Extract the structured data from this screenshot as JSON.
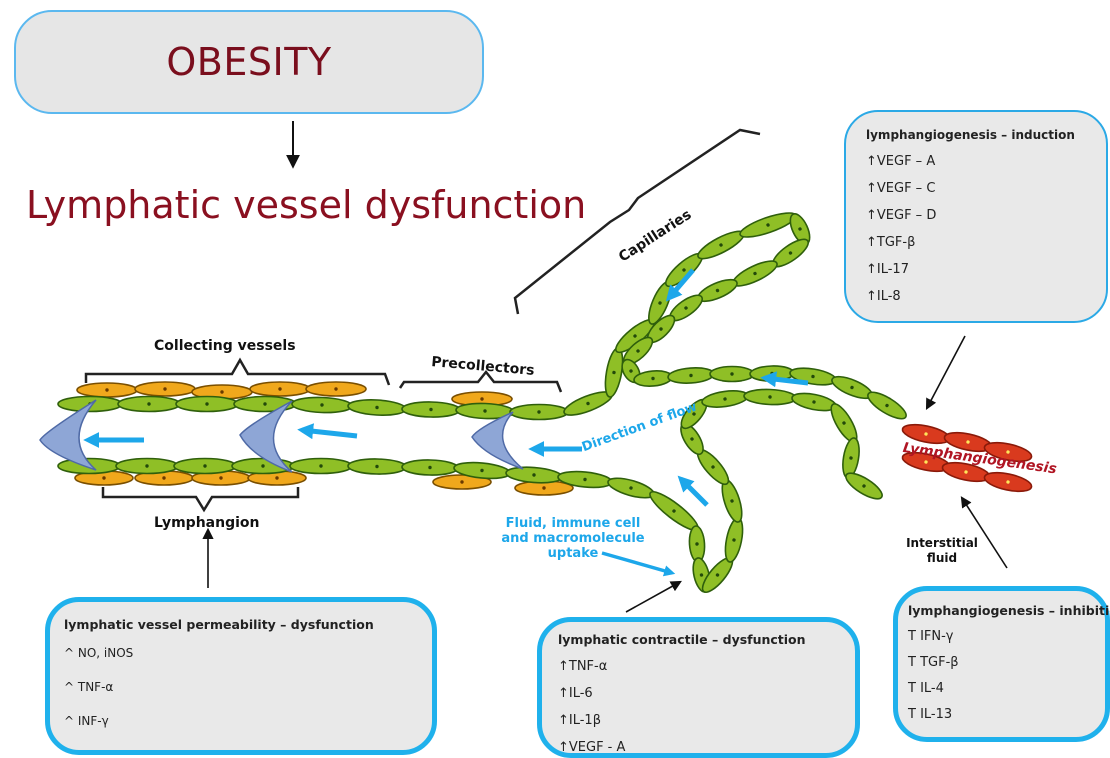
{
  "title": "OBESITY",
  "headline": "Lymphatic vessel dysfunction",
  "labels": {
    "capillaries": "Capillaries",
    "collecting_vessels": "Collecting vessels",
    "precollectors": "Precollectors",
    "lymphangion": "Lymphangion",
    "direction_of_flow": "Direction of flow",
    "uptake_line1": "Fluid, immune cell",
    "uptake_line2": "and macromolecule",
    "uptake_line3": "uptake",
    "lymphangiogenesis": "Lymphangiogenesis",
    "interstitial_line1": "Interstitial",
    "interstitial_line2": "fluid"
  },
  "induction_box": {
    "title": "lymphangiogenesis – induction",
    "items": [
      "↑VEGF – A",
      "↑VEGF – C",
      "↑VEGF – D",
      "↑TGF-β",
      "↑IL-17",
      "↑IL-8"
    ]
  },
  "permeability_box": {
    "title": "lymphatic vessel permeability – dysfunction",
    "items": [
      "^ NO, iNOS",
      "^ TNF-α",
      "^ INF-γ"
    ]
  },
  "contractile_box": {
    "title": "lymphatic contractile – dysfunction",
    "items": [
      "↑TNF-α",
      "↑IL-6",
      "↑IL-1β",
      "↑VEGF - A"
    ]
  },
  "inhibition_box": {
    "title": "lymphangiogenesis – inhibition",
    "items": [
      "T  IFN-γ",
      "T  TGF-β",
      "T  IL-4",
      "T  IL-13"
    ]
  },
  "colors": {
    "title_text": "#7a0e1d",
    "box_border": "#1fb1ec",
    "box_fill": "#e9e9e9",
    "cell_green": "#8fbf26",
    "cell_orange": "#f0a81c",
    "cell_red": "#d93a1e",
    "valve_blue": "#8ea6d6",
    "flow_arrow": "#1da7ea"
  }
}
